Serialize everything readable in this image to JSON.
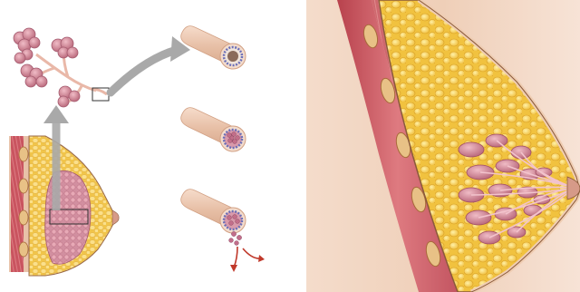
{
  "figure": {
    "panels": [
      {
        "id": "lobule-detail"
      },
      {
        "id": "breast-cross-section-small"
      },
      {
        "id": "duct-normal"
      },
      {
        "id": "duct-in-situ"
      },
      {
        "id": "duct-invasive"
      },
      {
        "id": "breast-cross-section-large"
      }
    ],
    "colors": {
      "skin": "#efcdb3",
      "skin_dark": "#d8a98a",
      "muscle": "#c9565f",
      "muscle_light": "#e98c90",
      "fat": "#f3c64a",
      "fat_light": "#fbe48a",
      "lobule": "#c97f90",
      "lobule_light": "#f2b9c4",
      "duct_tube": "#e9c2ac",
      "cell_purple": "#6b6fb8",
      "cancer_cell": "#c26e8a",
      "arrow": "#a9a9a9",
      "red_arrow": "#c0392b"
    },
    "icons": [
      "arrow-right-icon",
      "arrow-up-icon",
      "red-spread-arrows-icon"
    ]
  }
}
